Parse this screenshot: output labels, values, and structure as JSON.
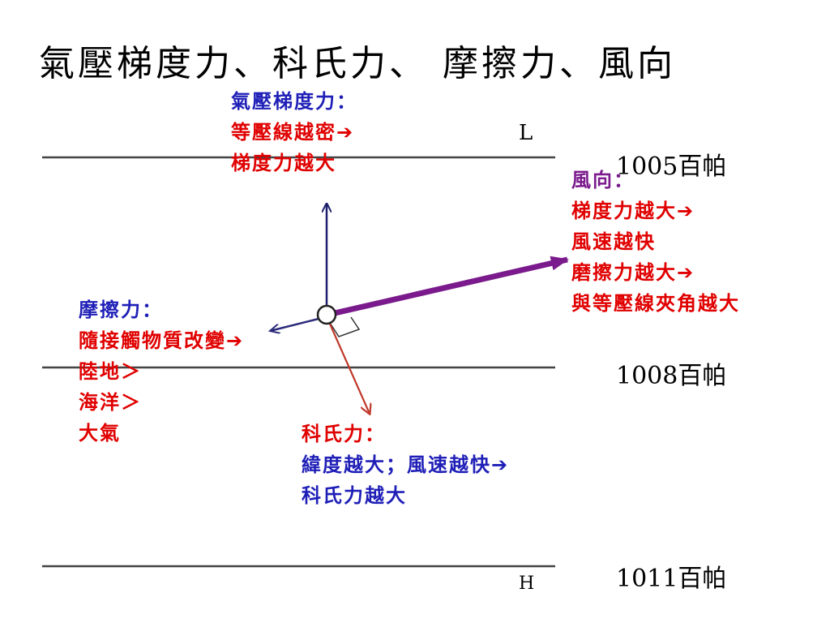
{
  "title": "氣壓梯度力、科氏力、 摩擦力、風向",
  "poles": {
    "low": "L",
    "high": "H"
  },
  "isobars": [
    {
      "label": "1005百帕"
    },
    {
      "label": "1008百帕"
    },
    {
      "label": "1011百帕"
    }
  ],
  "pgf_note": {
    "heading": "氣壓梯度力：",
    "line1": "等壓線越密",
    "line2": "梯度力越大"
  },
  "wind_note": {
    "heading": "風向：",
    "line1": "梯度力越大",
    "line2": "風速越快",
    "line3": "磨擦力越大",
    "line4": "與等壓線夾角越大"
  },
  "friction_note": {
    "heading": "摩擦力：",
    "line1": "隨接觸物質改變",
    "line2": "陸地＞",
    "line3": "海洋＞",
    "line4": "大氣"
  },
  "coriolis_note": {
    "heading": "科氏力：",
    "line1": "緯度越大；風速越快",
    "line2": "科氏力越大"
  },
  "icons": {
    "implies": "➔"
  },
  "colors": {
    "pgf_vector": "#1e1e6e",
    "wind_vector": "#7a1a8c",
    "coriolis_vector": "#c0392b",
    "friction_vector": "#2a2a7a",
    "heading_blue": "#1f1fb8",
    "text_red": "#e00000",
    "heading_purple": "#7a1a8c"
  }
}
